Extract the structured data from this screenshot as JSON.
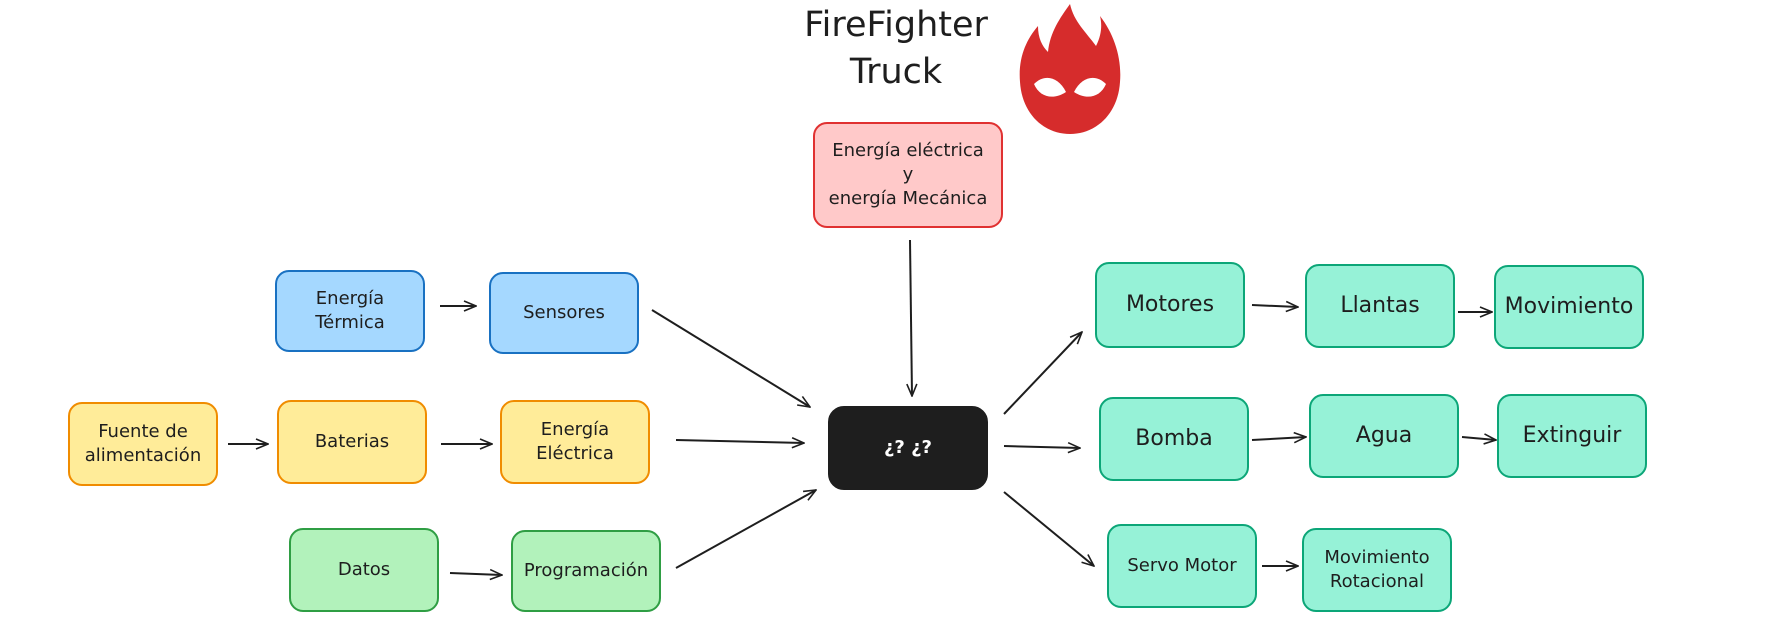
{
  "title": "FireFighter\nTruck",
  "logo": {
    "icon": "flame-mask-icon",
    "color": "#d62c2c"
  },
  "nodes": {
    "energy_top": "Energía eléctrica\ny\nenergía Mecánica",
    "thermal": "Energía\nTérmica",
    "sensors": "Sensores",
    "power_source": "Fuente de\nalimentación",
    "batteries": "Baterias",
    "electric_energy": "Energía\nEléctrica",
    "data": "Datos",
    "programming": "Programación",
    "center": "¿?  ¿?",
    "motors": "Motores",
    "tires": "Llantas",
    "movement": "Movimiento",
    "pump": "Bomba",
    "water": "Agua",
    "extinguish": "Extinguir",
    "servo": "Servo Motor",
    "rotational": "Movimiento\nRotacional"
  },
  "colors": {
    "red": "#ffc9c9",
    "blue": "#a5d8ff",
    "yellow": "#ffec99",
    "green": "#b2f2bb",
    "teal": "#96f2d7",
    "center": "#1e1e1e",
    "arrow": "#1e1e1e"
  }
}
